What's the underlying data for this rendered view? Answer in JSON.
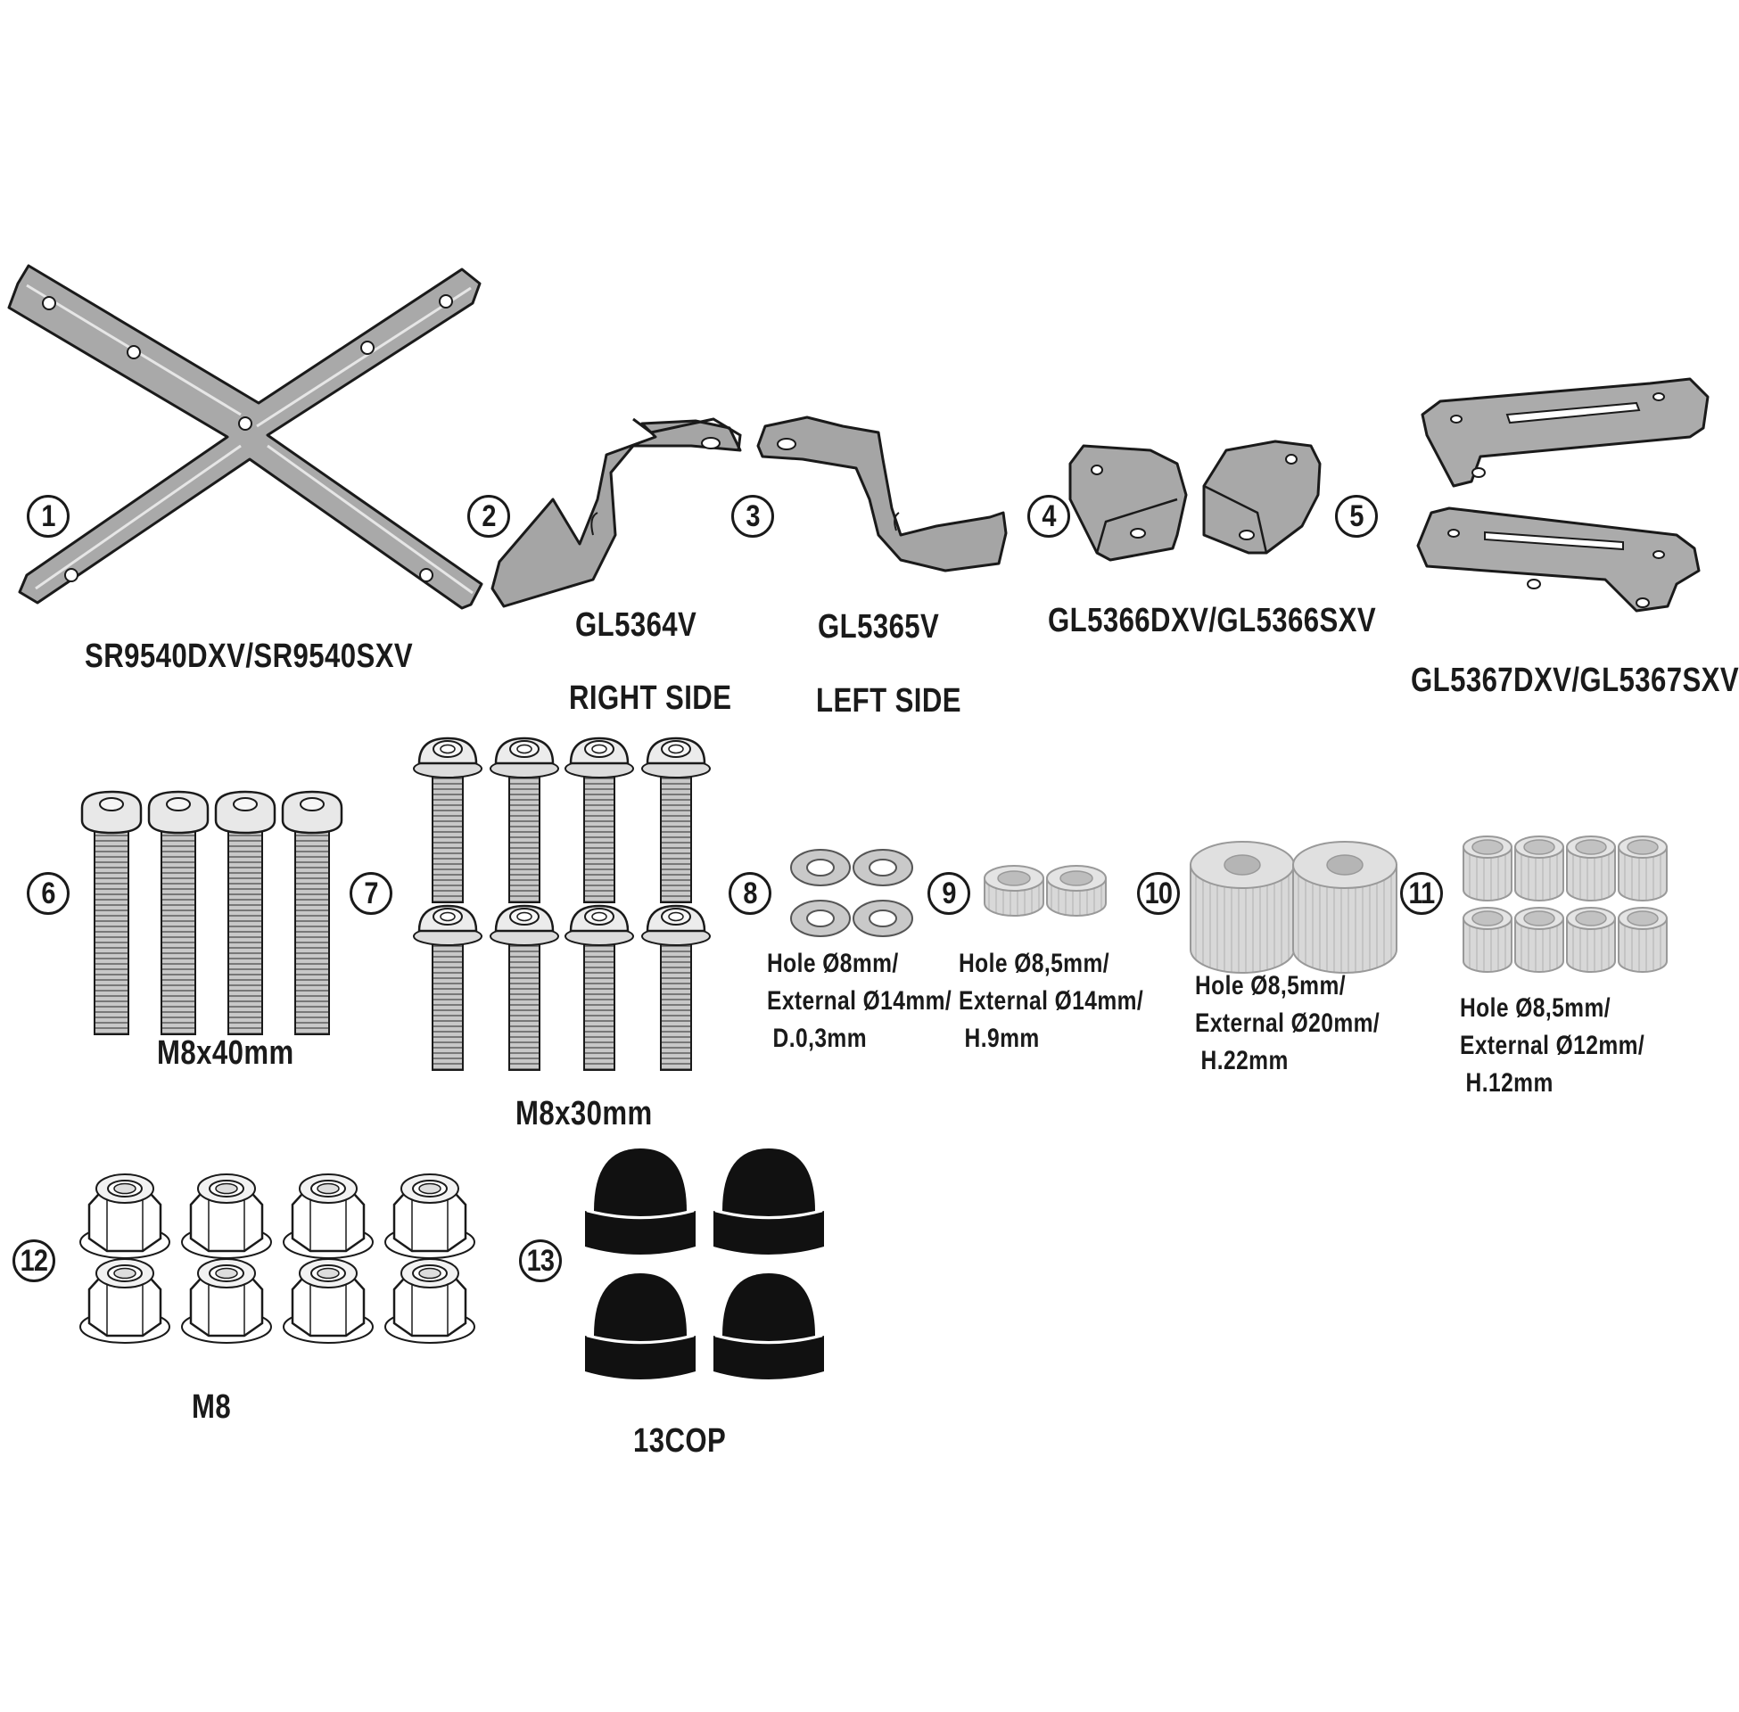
{
  "colors": {
    "metal": "#a8a8a8",
    "metal_light": "#cdcdcd",
    "outline": "#1a1a1a",
    "cap": "#111111",
    "washer": "#c4c4c4"
  },
  "parts": [
    {
      "number": "1",
      "code": "SR9540DXV/SR9540SXV",
      "icon": "x-frame-bars-icon"
    },
    {
      "number": "2",
      "code": "GL5364V",
      "side": "RIGHT SIDE",
      "icon": "right-bracket-icon"
    },
    {
      "number": "3",
      "code": "GL5365V",
      "side": "LEFT SIDE",
      "icon": "left-bracket-icon"
    },
    {
      "number": "4",
      "code": "GL5366DXV/GL5366SXV",
      "icon": "small-bracket-right-icon"
    },
    {
      "number": "5",
      "code": "",
      "icon": "small-bracket-left-icon"
    },
    {
      "number": "6",
      "code": "M8x40mm",
      "icon": "bolt-m8x40-icon"
    },
    {
      "number": "7",
      "code": "M8x30mm",
      "icon": "bolt-m8x30-icon"
    },
    {
      "number": "8",
      "spec": [
        "Hole Ø8mm/",
        "External Ø14mm/",
        "D.0,3mm"
      ],
      "icon": "washer-icon"
    },
    {
      "number": "9",
      "spec": [
        "Hole Ø8,5mm/",
        "External Ø14mm/",
        "H.9mm"
      ],
      "icon": "spacer-h9-icon"
    },
    {
      "number": "10",
      "spec": [
        "Hole Ø8,5mm/",
        "External Ø20mm/",
        "H.22mm"
      ],
      "icon": "spacer-h22-icon"
    },
    {
      "number": "11",
      "spec": [
        "Hole Ø8,5mm/",
        "External Ø12mm/",
        "H.12mm"
      ],
      "icon": "spacer-h12-icon"
    },
    {
      "number": "12",
      "code": "M8",
      "icon": "flange-nut-icon"
    },
    {
      "number": "13",
      "code": "13COP",
      "icon": "cap-nut-cover-icon"
    }
  ],
  "plate_code": "GL5367DXV/GL5367SXV"
}
